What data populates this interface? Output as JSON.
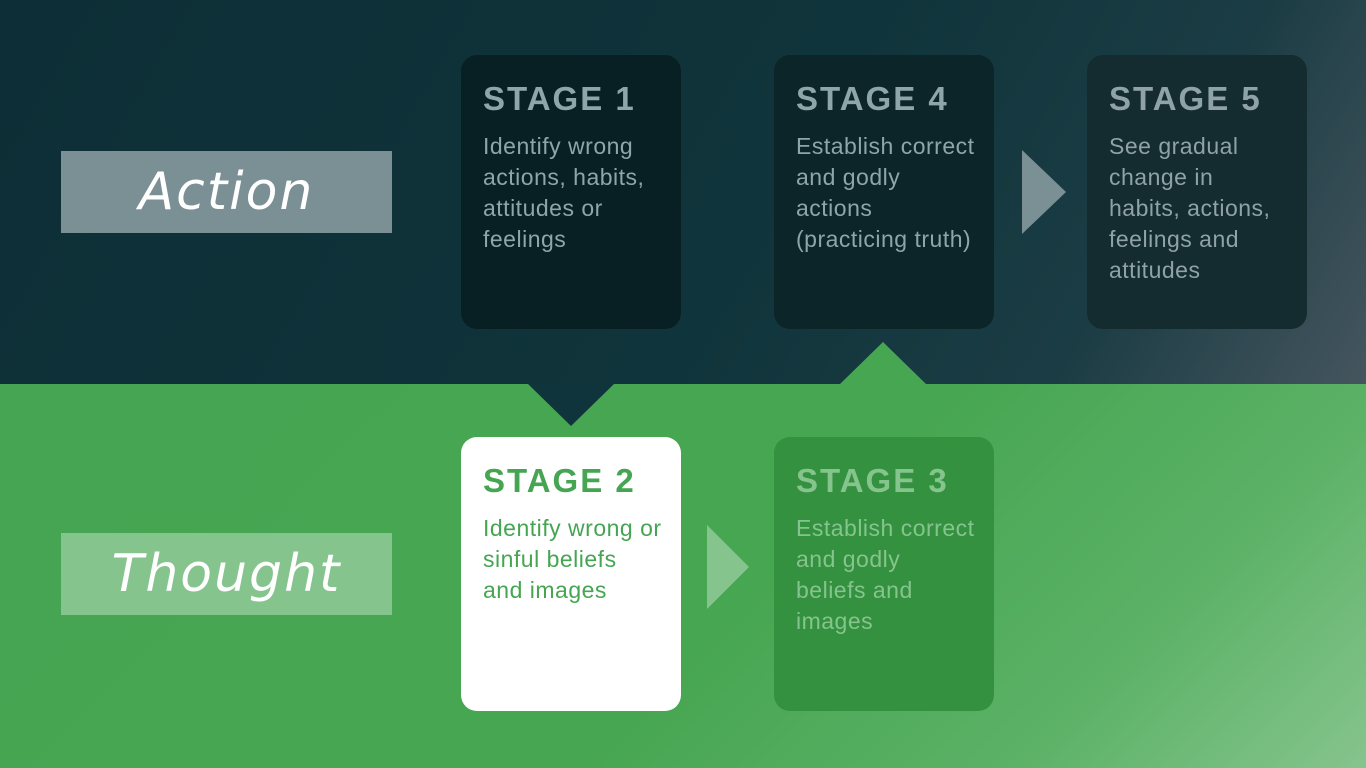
{
  "rows": {
    "action": {
      "label": "Action"
    },
    "thought": {
      "label": "Thought"
    }
  },
  "stages": [
    {
      "id": "stage1",
      "title": "STAGE 1",
      "text": "Identify wrong actions, habits, attitudes or feelings",
      "row": "action"
    },
    {
      "id": "stage2",
      "title": "STAGE 2",
      "text": "Identify wrong or sinful beliefs and images",
      "row": "thought"
    },
    {
      "id": "stage3",
      "title": "STAGE 3",
      "text": "Establish correct and godly beliefs and images",
      "row": "thought"
    },
    {
      "id": "stage4",
      "title": "STAGE 4",
      "text": "Establish correct and godly actions (practicing truth)",
      "row": "action"
    },
    {
      "id": "stage5",
      "title": "STAGE 5",
      "text": "See gradual change in habits, actions, feelings and attitudes",
      "row": "action"
    }
  ],
  "colors": {
    "action_band": "#10343b",
    "thought_band": "#47a652",
    "action_label_bg": "#7a9095",
    "thought_label_bg": "#86c48d",
    "highlight_card": "#ffffff",
    "highlight_text": "#46a553"
  },
  "icons": {
    "arrow_down": "triangle-down-icon",
    "arrow_up": "triangle-up-icon",
    "arrow_right": "triangle-right-icon"
  }
}
